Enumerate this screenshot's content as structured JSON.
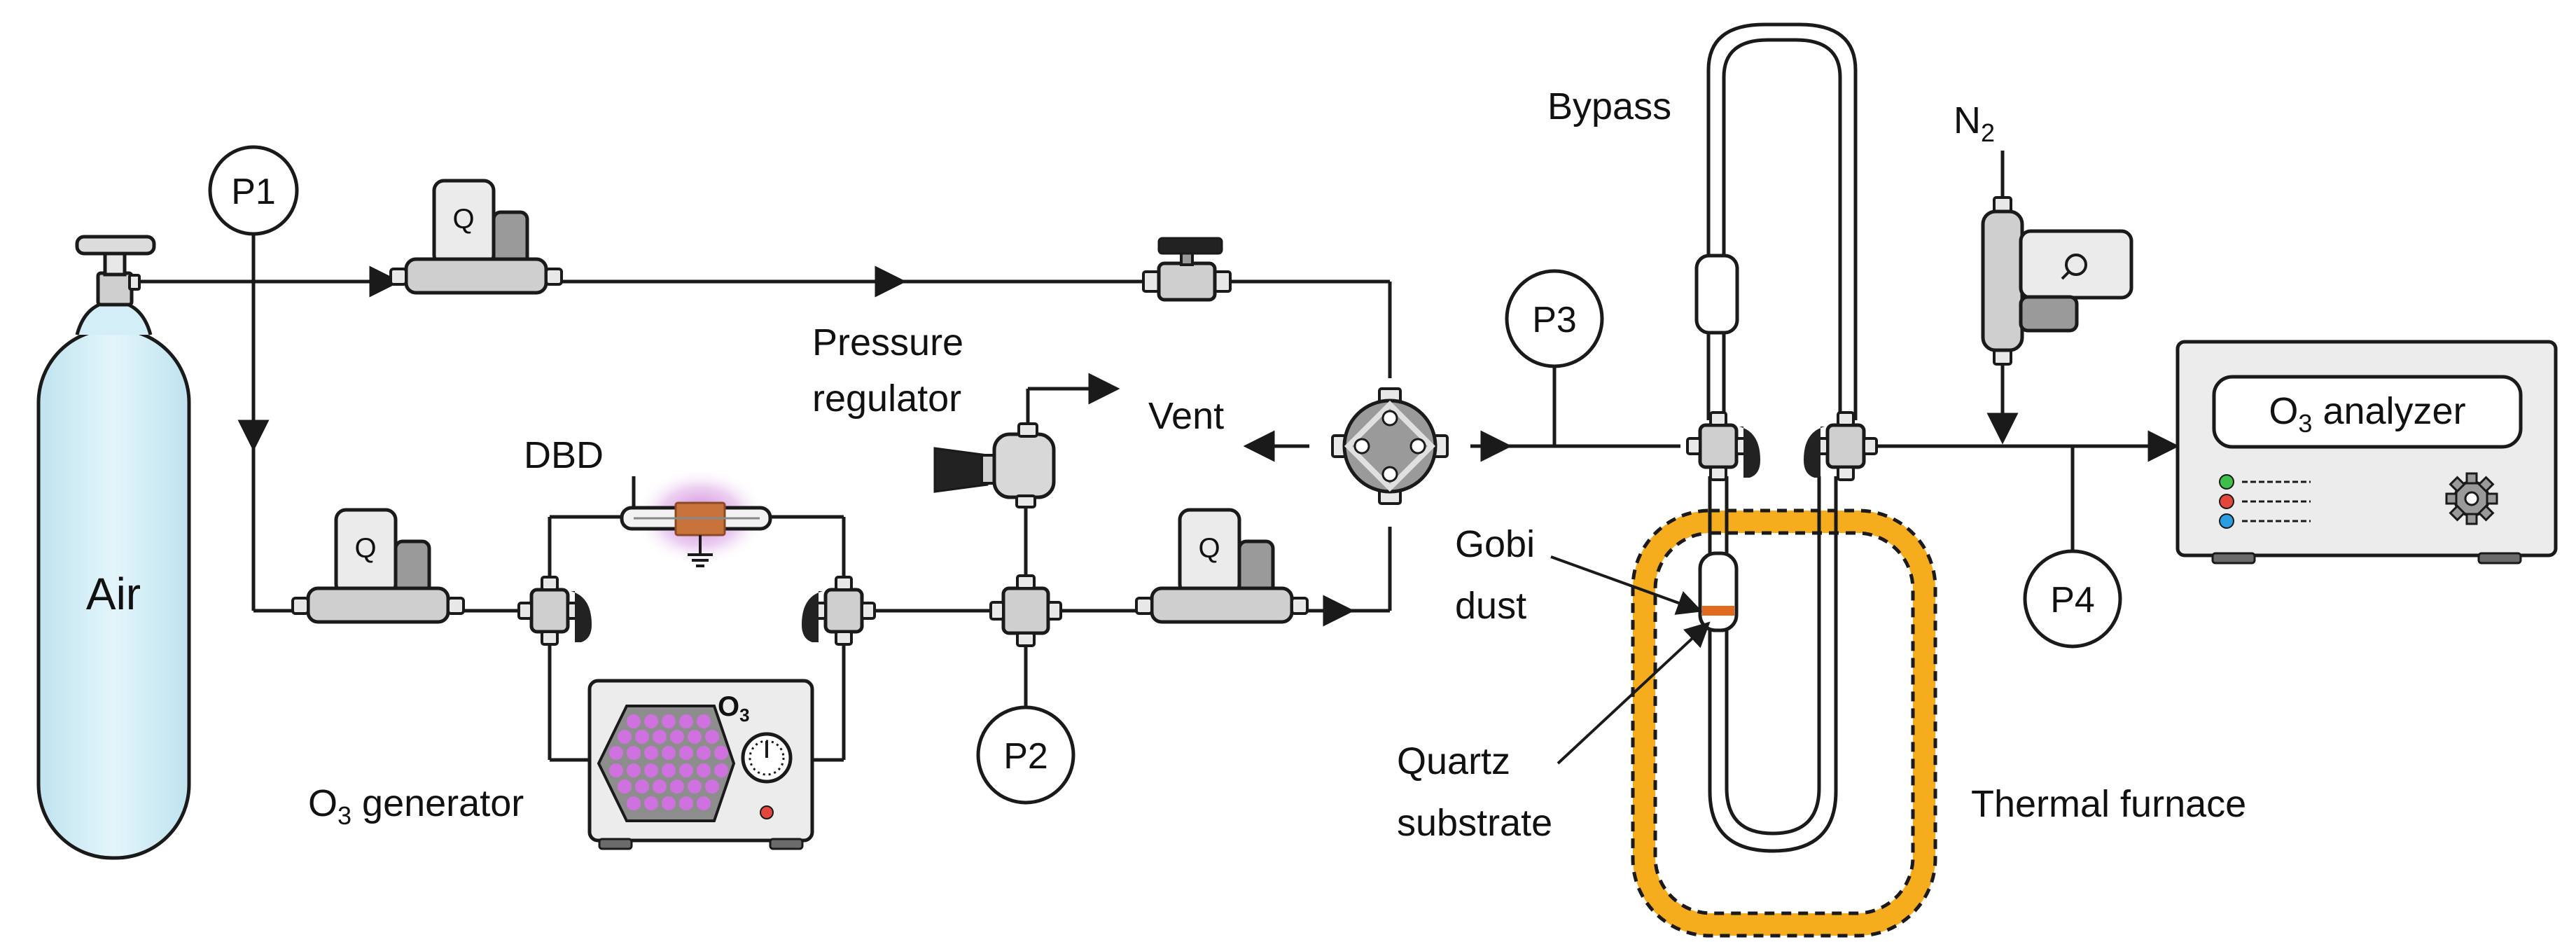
{
  "labels": {
    "air": "Air",
    "p1": "P1",
    "p2": "P2",
    "p3": "P3",
    "p4": "P4",
    "mfc": "Q",
    "dbd": "DBD",
    "pressure_regulator_line1": "Pressure",
    "pressure_regulator_line2": "regulator",
    "vent": "Vent",
    "o3_generator_prefix": "O",
    "o3_generator_sub": "3",
    "o3_generator_suffix": " generator",
    "o3_panel_prefix": "O",
    "o3_panel_sub": "3",
    "bypass": "Bypass",
    "n2_prefix": "N",
    "n2_sub": "2",
    "gobi_line1": "Gobi",
    "gobi_line2": "dust",
    "quartz_line1": "Quartz",
    "quartz_line2": "substrate",
    "thermal_furnace": "Thermal furnace",
    "analyzer_prefix": "O",
    "analyzer_sub": "3",
    "analyzer_suffix": " analyzer"
  },
  "colors": {
    "line": "#1a1a1a",
    "cylinder": "#d3eef7",
    "device_gray": "#cfcfcf",
    "dark_gray": "#9a9a9a",
    "furnace_orange": "#f5ac1d",
    "dust_orange": "#e06a1e",
    "dbd_copper": "#c8733c",
    "hexagon_purple": "#cf72e0",
    "led_green": "#3cc04a",
    "led_red": "#e3463b",
    "led_blue": "#2a9ee0"
  }
}
